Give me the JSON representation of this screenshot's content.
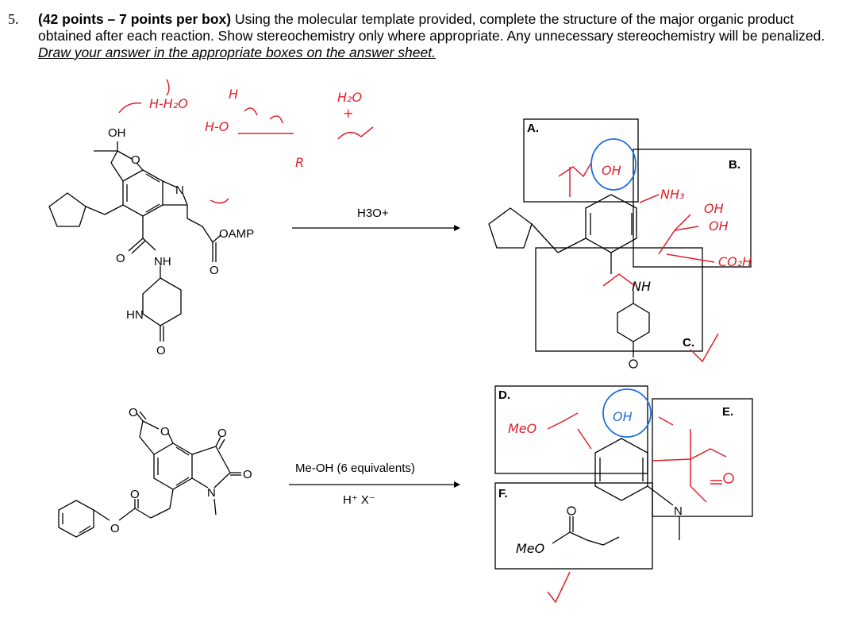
{
  "question": {
    "number": "5.",
    "points": "(42 points – 7 points per box)",
    "text": " Using the molecular template provided, complete the structure of the major organic product obtained after each reaction. Show stereochemistry only where appropriate. Any unnecessary stereochemistry will be penalized. ",
    "instruction": "Draw your answer in the appropriate boxes on the answer sheet."
  },
  "reaction1": {
    "reagent": "H3O+",
    "labels": {
      "oh": "OH",
      "o": "O",
      "n": "N",
      "oamp": "OAMP",
      "o_carbonyl": "O",
      "nh": "NH",
      "hn": "HN",
      "o_lactam": "O",
      "o_ester": "O"
    },
    "boxes": [
      "A.",
      "B.",
      "C."
    ]
  },
  "reaction2": {
    "reagent_line1": "Me-OH (6 equivalents)",
    "reagent_line2": "H⁺ X⁻",
    "labels": {
      "o_lactone": "O",
      "o_ring": "O",
      "o_ketone": "O",
      "o_amide": "O",
      "n": "N",
      "o_ester": "O",
      "o_phenoxy": "O"
    },
    "boxes": [
      "D.",
      "E.",
      "F."
    ]
  },
  "annotations": {
    "h_h2o": "H-H₂O",
    "h_o": "H-O",
    "h2o": "H₂O",
    "plus": "+",
    "oh_a": "OH",
    "nh3": "NH₃",
    "oh_b1": "OH",
    "oh_b2": "OH",
    "co2h": "CO₂H",
    "nh_c": "NH",
    "meo_d": "MeO",
    "oh_d": "OH",
    "meo_f": "MeO",
    "r_label": "R",
    "h_label": "H"
  },
  "colors": {
    "ink": "#000000",
    "red_ink": "#e0202a",
    "blue_ink": "#1f6fe0"
  }
}
